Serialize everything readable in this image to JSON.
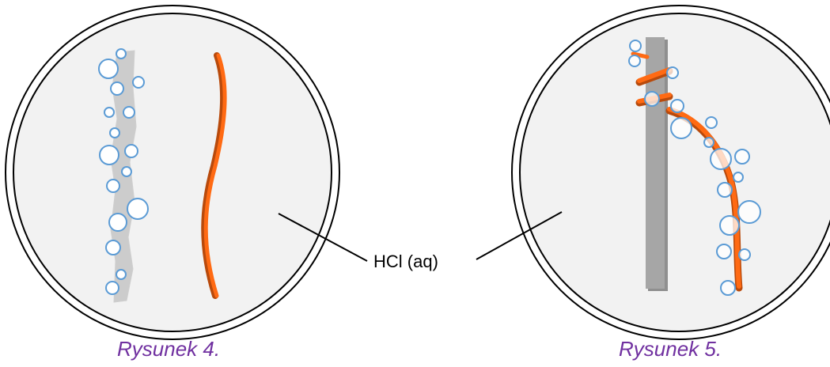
{
  "label": "HCl (aq)",
  "captions": {
    "left": "Rysunek 4.",
    "right": "Rysunek 5."
  },
  "colors": {
    "caption": "#7030a0",
    "dish_fill": "#f2f2f2",
    "outline": "#000000",
    "bubble_stroke": "#5b9bd5",
    "bubble_fill": "#ffffff",
    "copper": "#ff6a13",
    "copper_dark": "#b84a0c",
    "metal_light": "#cccccc",
    "metal_dark": "#a6a6a6"
  }
}
